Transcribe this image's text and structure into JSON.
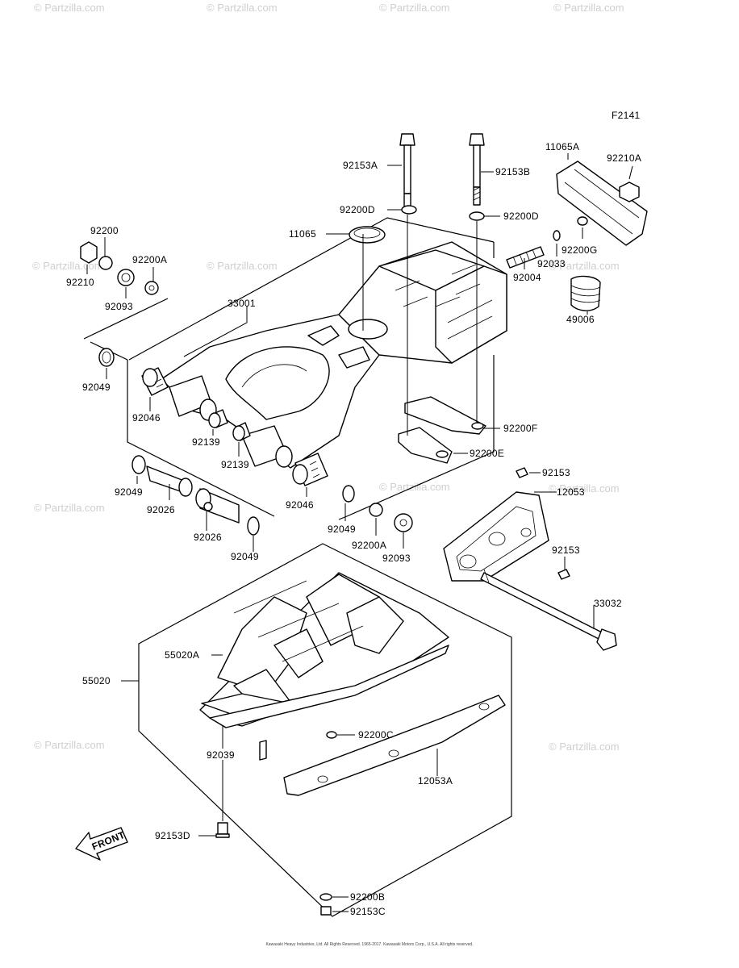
{
  "figure_code": "F2141",
  "watermark": "© Partzilla.com",
  "front_label": "FRONT",
  "copyright": "Kawasaki Heavy Industries, Ltd. All Rights Reserved. 1965-2017. Kawasaki Motors Corp., U.S.A. All rights reserved.",
  "labels": {
    "l92153A": "92153A",
    "l92153B": "92153B",
    "l11065A": "11065A",
    "l92210A": "92210A",
    "l92200D_1": "92200D",
    "l92200D_2": "92200D",
    "l11065": "11065",
    "l92200G": "92200G",
    "l92033": "92033",
    "l92004": "92004",
    "l49006": "49006",
    "l92200": "92200",
    "l92200A_1": "92200A",
    "l92210": "92210",
    "l92093_1": "92093",
    "l33001": "33001",
    "l92049_1": "92049",
    "l92046_1": "92046",
    "l92139_1": "92139",
    "l92139_2": "92139",
    "l92200F": "92200F",
    "l92200E": "92200E",
    "l92153_1": "92153",
    "l12053": "12053",
    "l92049_2": "92049",
    "l92026_1": "92026",
    "l92046_2": "92046",
    "l92049_3": "92049",
    "l92200A_2": "92200A",
    "l92093_2": "92093",
    "l92153_2": "92153",
    "l92026_2": "92026",
    "l92049_4": "92049",
    "l33032": "33032",
    "l55020A": "55020A",
    "l55020": "55020",
    "l92200C": "92200C",
    "l92039": "92039",
    "l12053A": "12053A",
    "l92153D": "92153D",
    "l92200B": "92200B",
    "l92153C": "92153C"
  }
}
